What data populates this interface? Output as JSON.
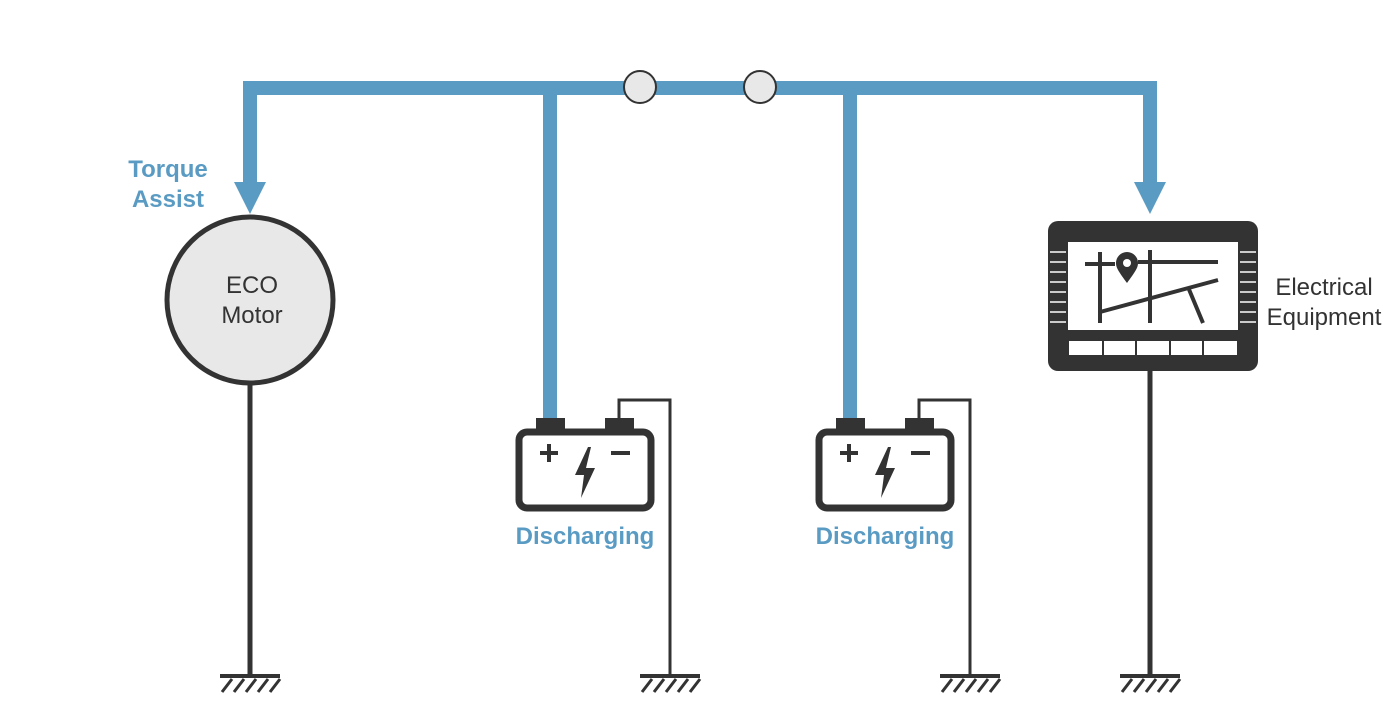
{
  "colors": {
    "bus": "#5a9bc3",
    "wire": "#333333",
    "node_fill": "#e8e8e8",
    "motor_fill": "#e8e8e8"
  },
  "labels": {
    "torque_assist_line1": "Torque",
    "torque_assist_line2": "Assist",
    "motor_line1": "ECO",
    "motor_line2": "Motor",
    "battery1_status": "Discharging",
    "battery2_status": "Discharging",
    "equipment_line1": "Electrical",
    "equipment_line2": "Equipment"
  },
  "icons": {
    "motor": "motor-icon",
    "battery": "battery-icon",
    "equipment": "navigation-display-icon",
    "ground": "ground-icon",
    "junction": "junction-node-icon"
  }
}
